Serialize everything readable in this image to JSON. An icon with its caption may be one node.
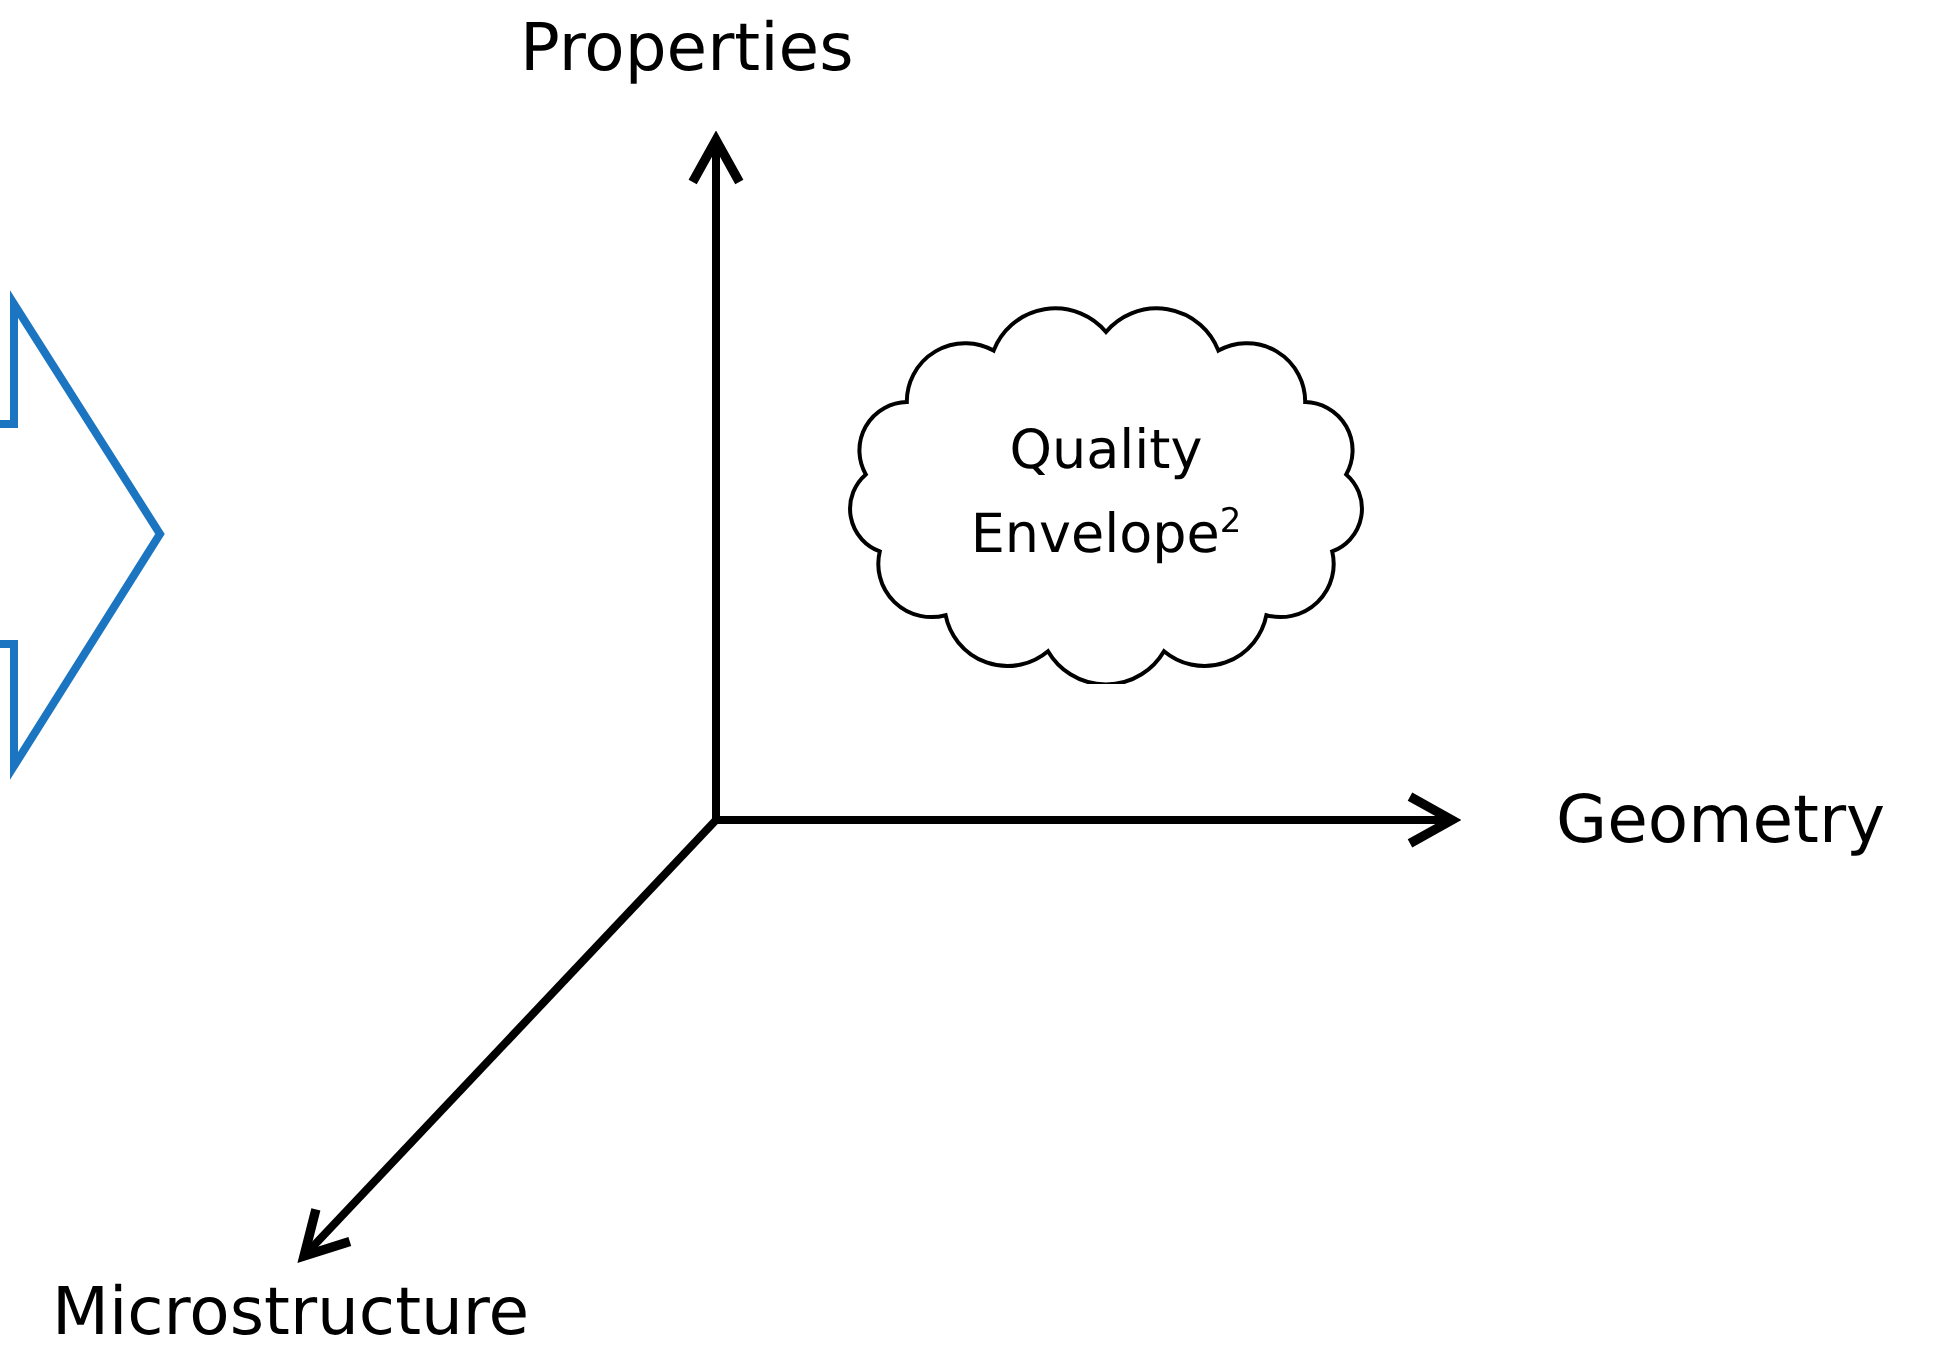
{
  "diagram": {
    "nodes": [
      {
        "text": [
          "Quality Envelope$^{2}$"
        ]
      }
    ],
    "labels": [
      "Properties",
      "Geometry",
      "Microstructure"
    ]
  }
}
